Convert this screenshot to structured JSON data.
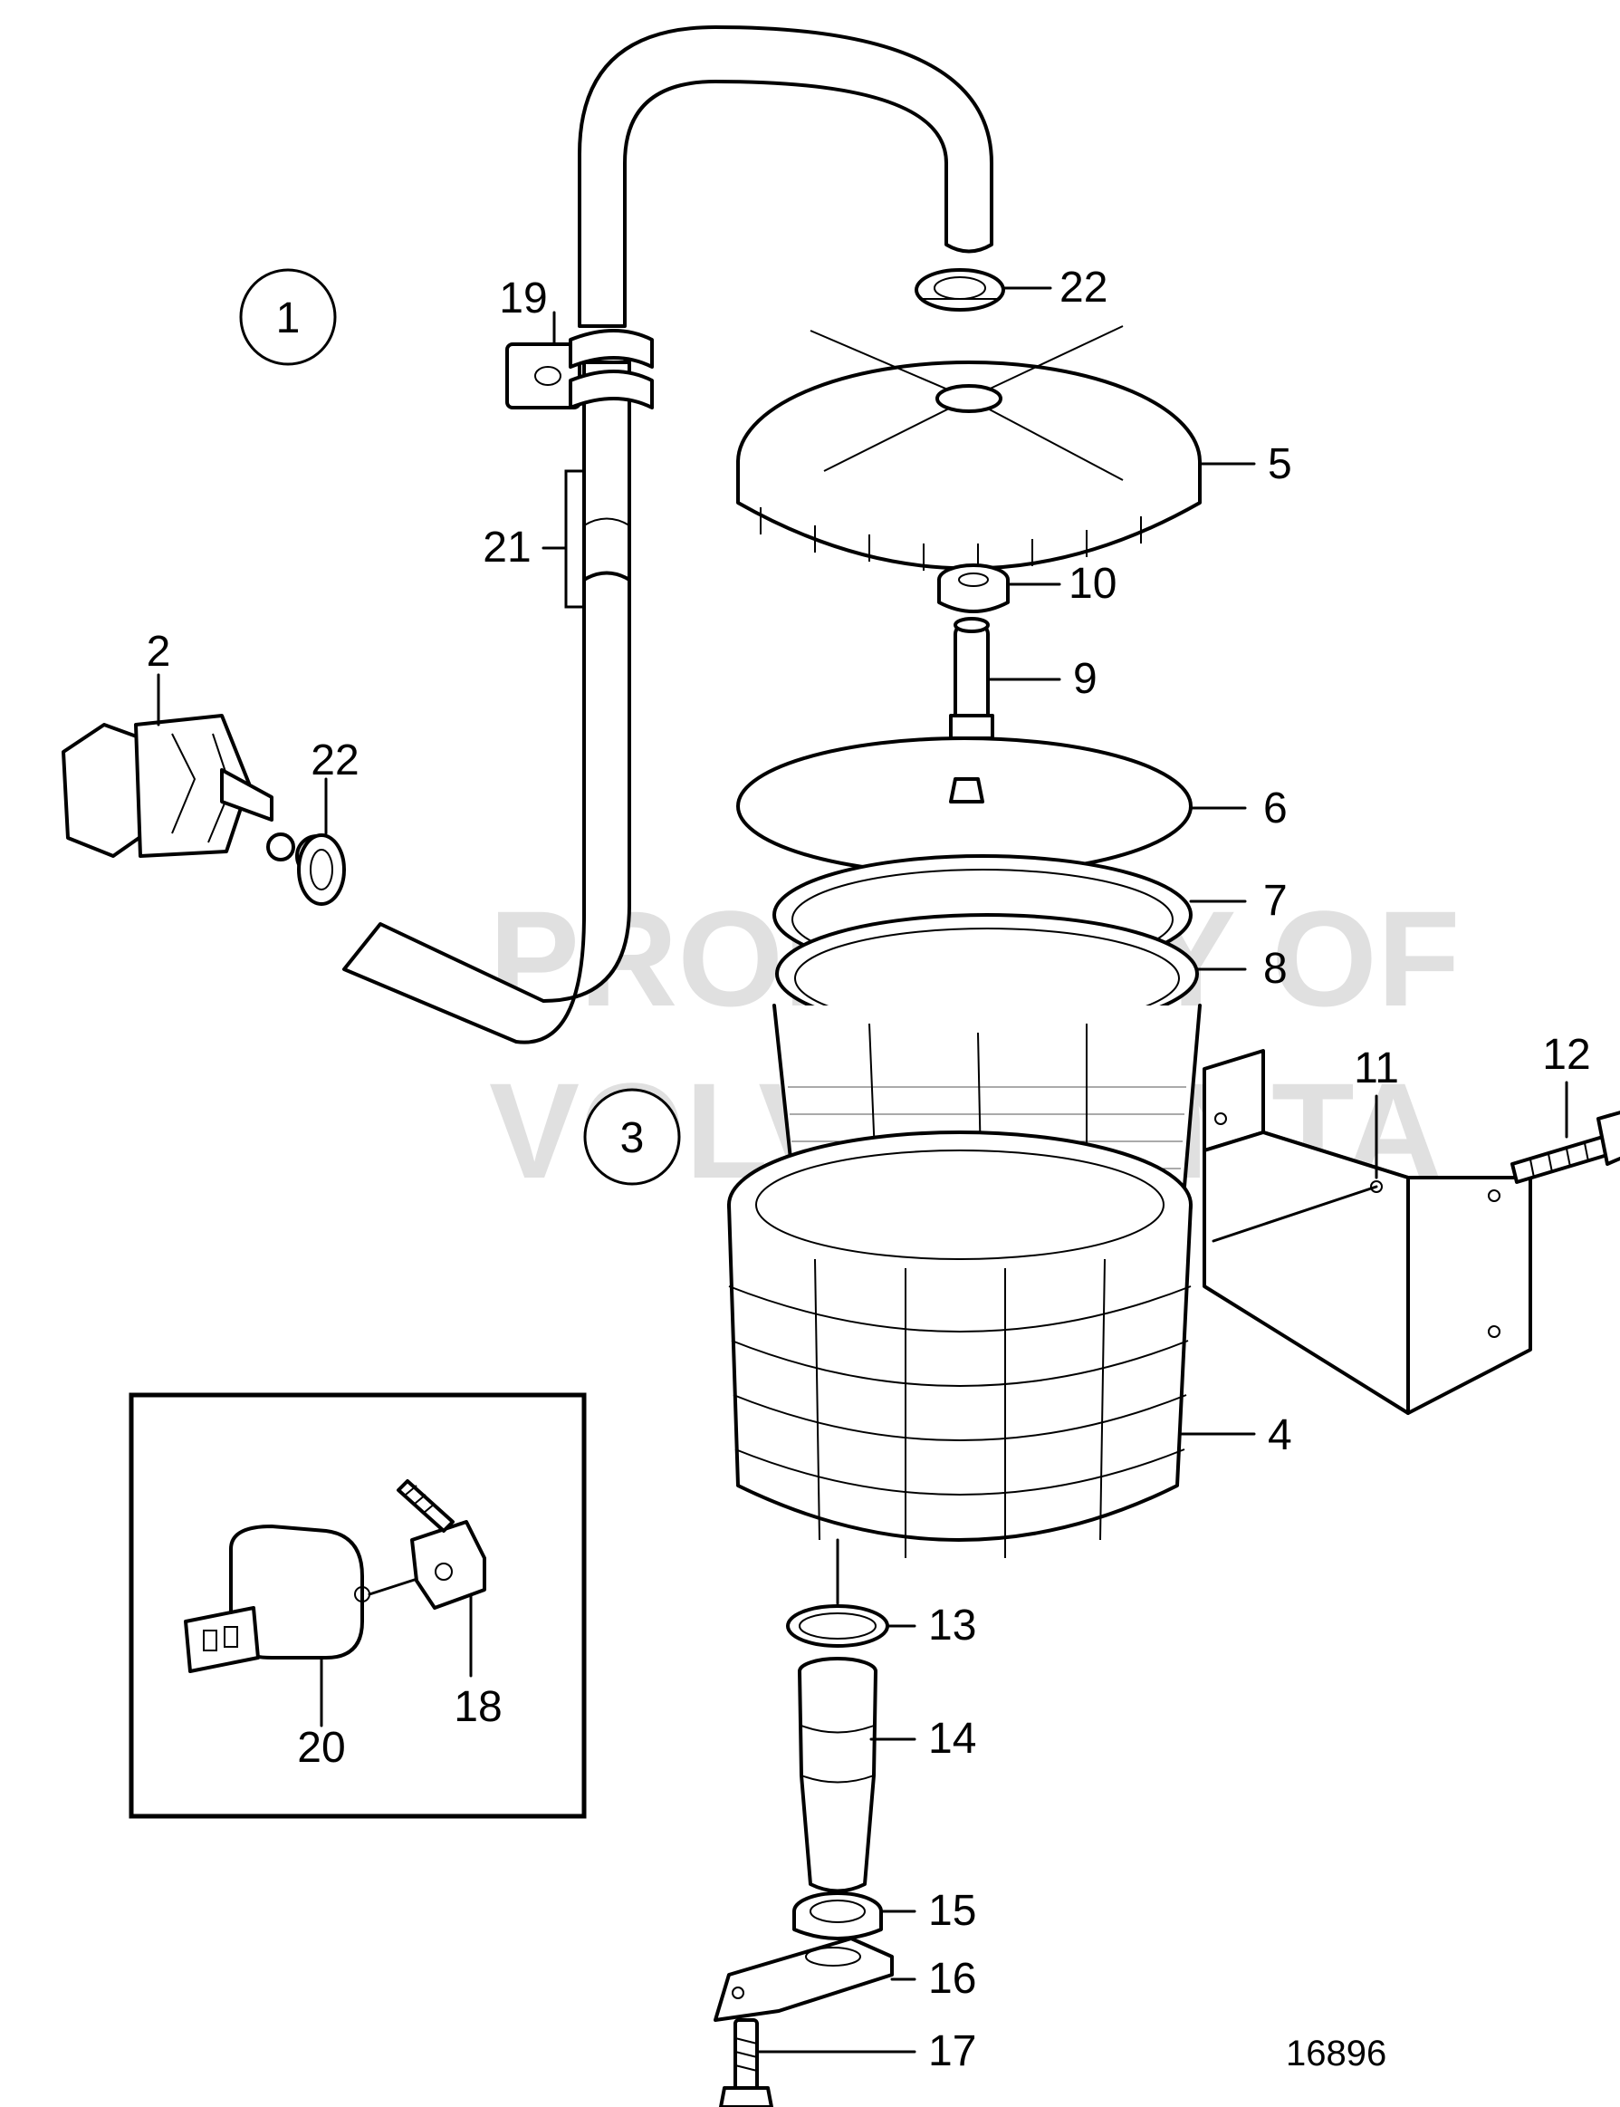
{
  "callouts": {
    "c1": "1",
    "c3": "3",
    "p2": "2",
    "p4": "4",
    "p5": "5",
    "p6": "6",
    "p7": "7",
    "p8": "8",
    "p9": "9",
    "p10": "10",
    "p11": "11",
    "p12": "12",
    "p13": "13",
    "p14": "14",
    "p15": "15",
    "p16": "16",
    "p17": "17",
    "p18": "18",
    "p19": "19",
    "p20": "20",
    "p21": "21",
    "p22a": "22",
    "p22b": "22"
  },
  "watermark": {
    "line1": "PROPERTY OF",
    "line2": "VOLVO PENTA"
  },
  "drawing_number": "16896"
}
